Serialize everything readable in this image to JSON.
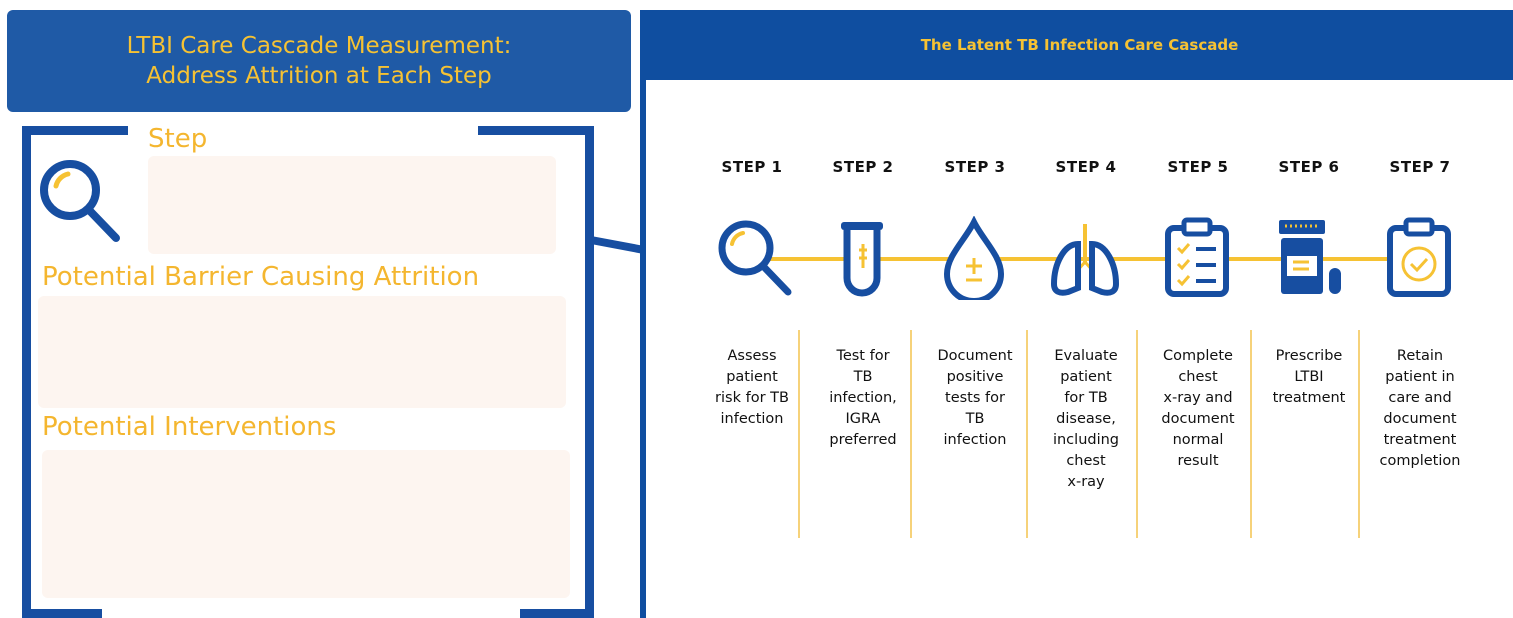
{
  "left": {
    "header_line1": "LTBI Care Cascade Measurement:",
    "header_line2": "Address Attrition at Each Step",
    "section_step": "Step",
    "section_barrier": "Potential Barrier Causing Attrition",
    "section_interventions": "Potential Interventions"
  },
  "right": {
    "title": "The Latent TB Infection Care Cascade",
    "steps": [
      {
        "label": "STEP 1",
        "icon": "magnifier-icon",
        "desc": [
          "Assess",
          "patient",
          "risk for TB",
          "infection"
        ]
      },
      {
        "label": "STEP 2",
        "icon": "test-tube-icon",
        "desc": [
          "Test for",
          "TB",
          "infection,",
          "IGRA",
          "preferred"
        ]
      },
      {
        "label": "STEP 3",
        "icon": "drop-plus-minus-icon",
        "desc": [
          "Document",
          "positive",
          "tests for",
          "TB",
          "infection"
        ]
      },
      {
        "label": "STEP 4",
        "icon": "lungs-icon",
        "desc": [
          "Evaluate",
          "patient",
          "for TB",
          "disease,",
          "including",
          "chest",
          "x-ray"
        ]
      },
      {
        "label": "STEP 5",
        "icon": "clipboard-checklist-icon",
        "desc": [
          "Complete",
          "chest",
          "x-ray and",
          "document",
          "normal",
          "result"
        ]
      },
      {
        "label": "STEP 6",
        "icon": "pill-bottle-icon",
        "desc": [
          "Prescribe",
          "LTBI",
          "treatment"
        ]
      },
      {
        "label": "STEP 7",
        "icon": "clipboard-check-icon",
        "desc": [
          "Retain",
          "patient in",
          "care and",
          "document",
          "treatment",
          "completion"
        ]
      }
    ]
  },
  "colors": {
    "blue": "#0f4ea0",
    "yellow": "#f6c233",
    "box": "#fdf5f0"
  }
}
